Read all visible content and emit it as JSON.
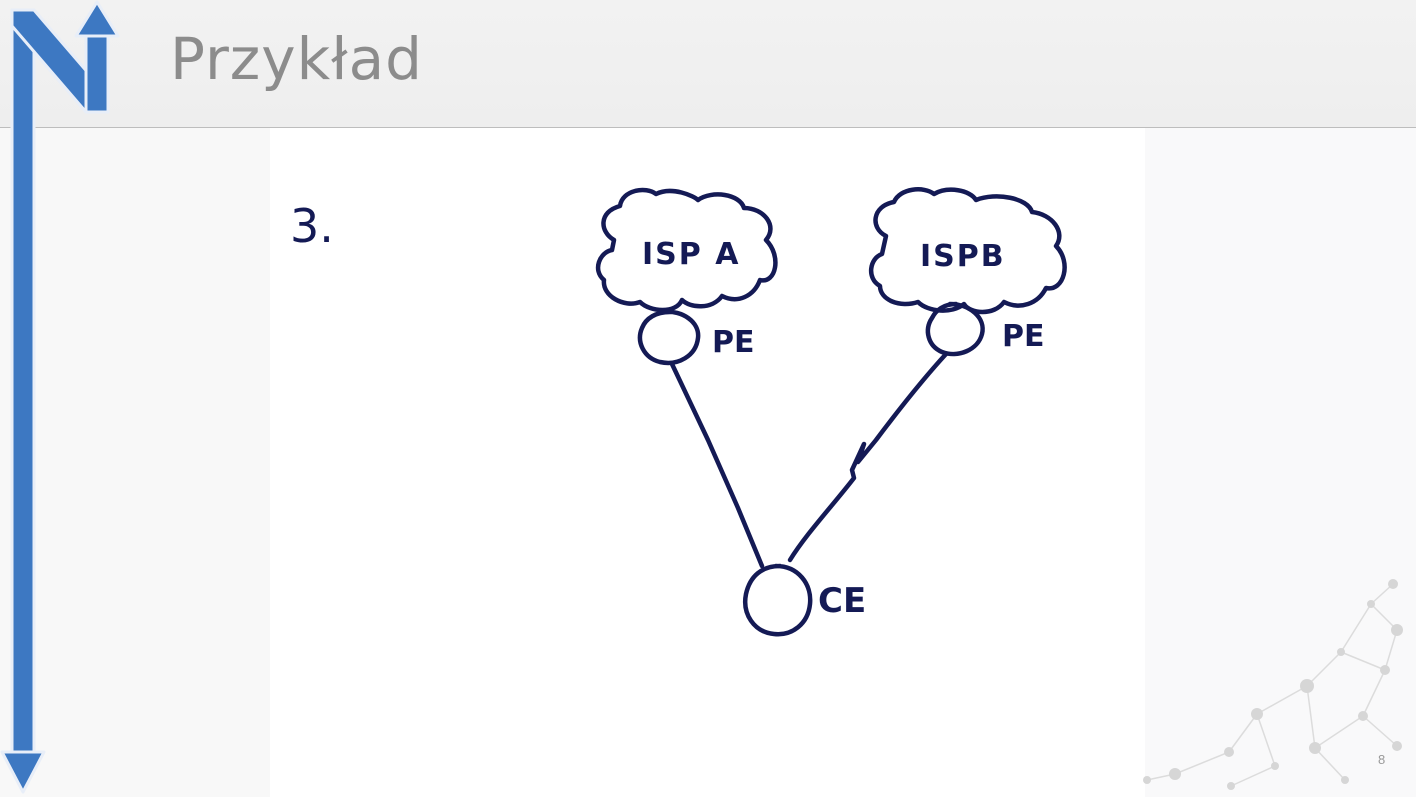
{
  "slide": {
    "title": "Przykład",
    "page_number": "8"
  },
  "diagram": {
    "step_number": "3.",
    "nodes": [
      {
        "id": "isp-a",
        "label": "ISP A",
        "shape": "cloud"
      },
      {
        "id": "isp-b",
        "label": "ISPB",
        "shape": "cloud"
      },
      {
        "id": "pe-a",
        "label": "PE",
        "shape": "circle"
      },
      {
        "id": "pe-b",
        "label": "PE",
        "shape": "circle"
      },
      {
        "id": "ce",
        "label": "CE",
        "shape": "circle"
      }
    ],
    "links": [
      {
        "from": "isp-a",
        "to": "pe-a",
        "style": "attached"
      },
      {
        "from": "isp-b",
        "to": "pe-b",
        "style": "attached"
      },
      {
        "from": "pe-a",
        "to": "ce",
        "style": "straight"
      },
      {
        "from": "pe-b",
        "to": "ce",
        "style": "lightning-zigzag"
      }
    ],
    "ink_color": "#141a55"
  },
  "branding": {
    "logo_icon": "n-arrow-logo-icon",
    "logo_color": "#3d78c2",
    "decoration_icon": "network-nodes-icon"
  }
}
